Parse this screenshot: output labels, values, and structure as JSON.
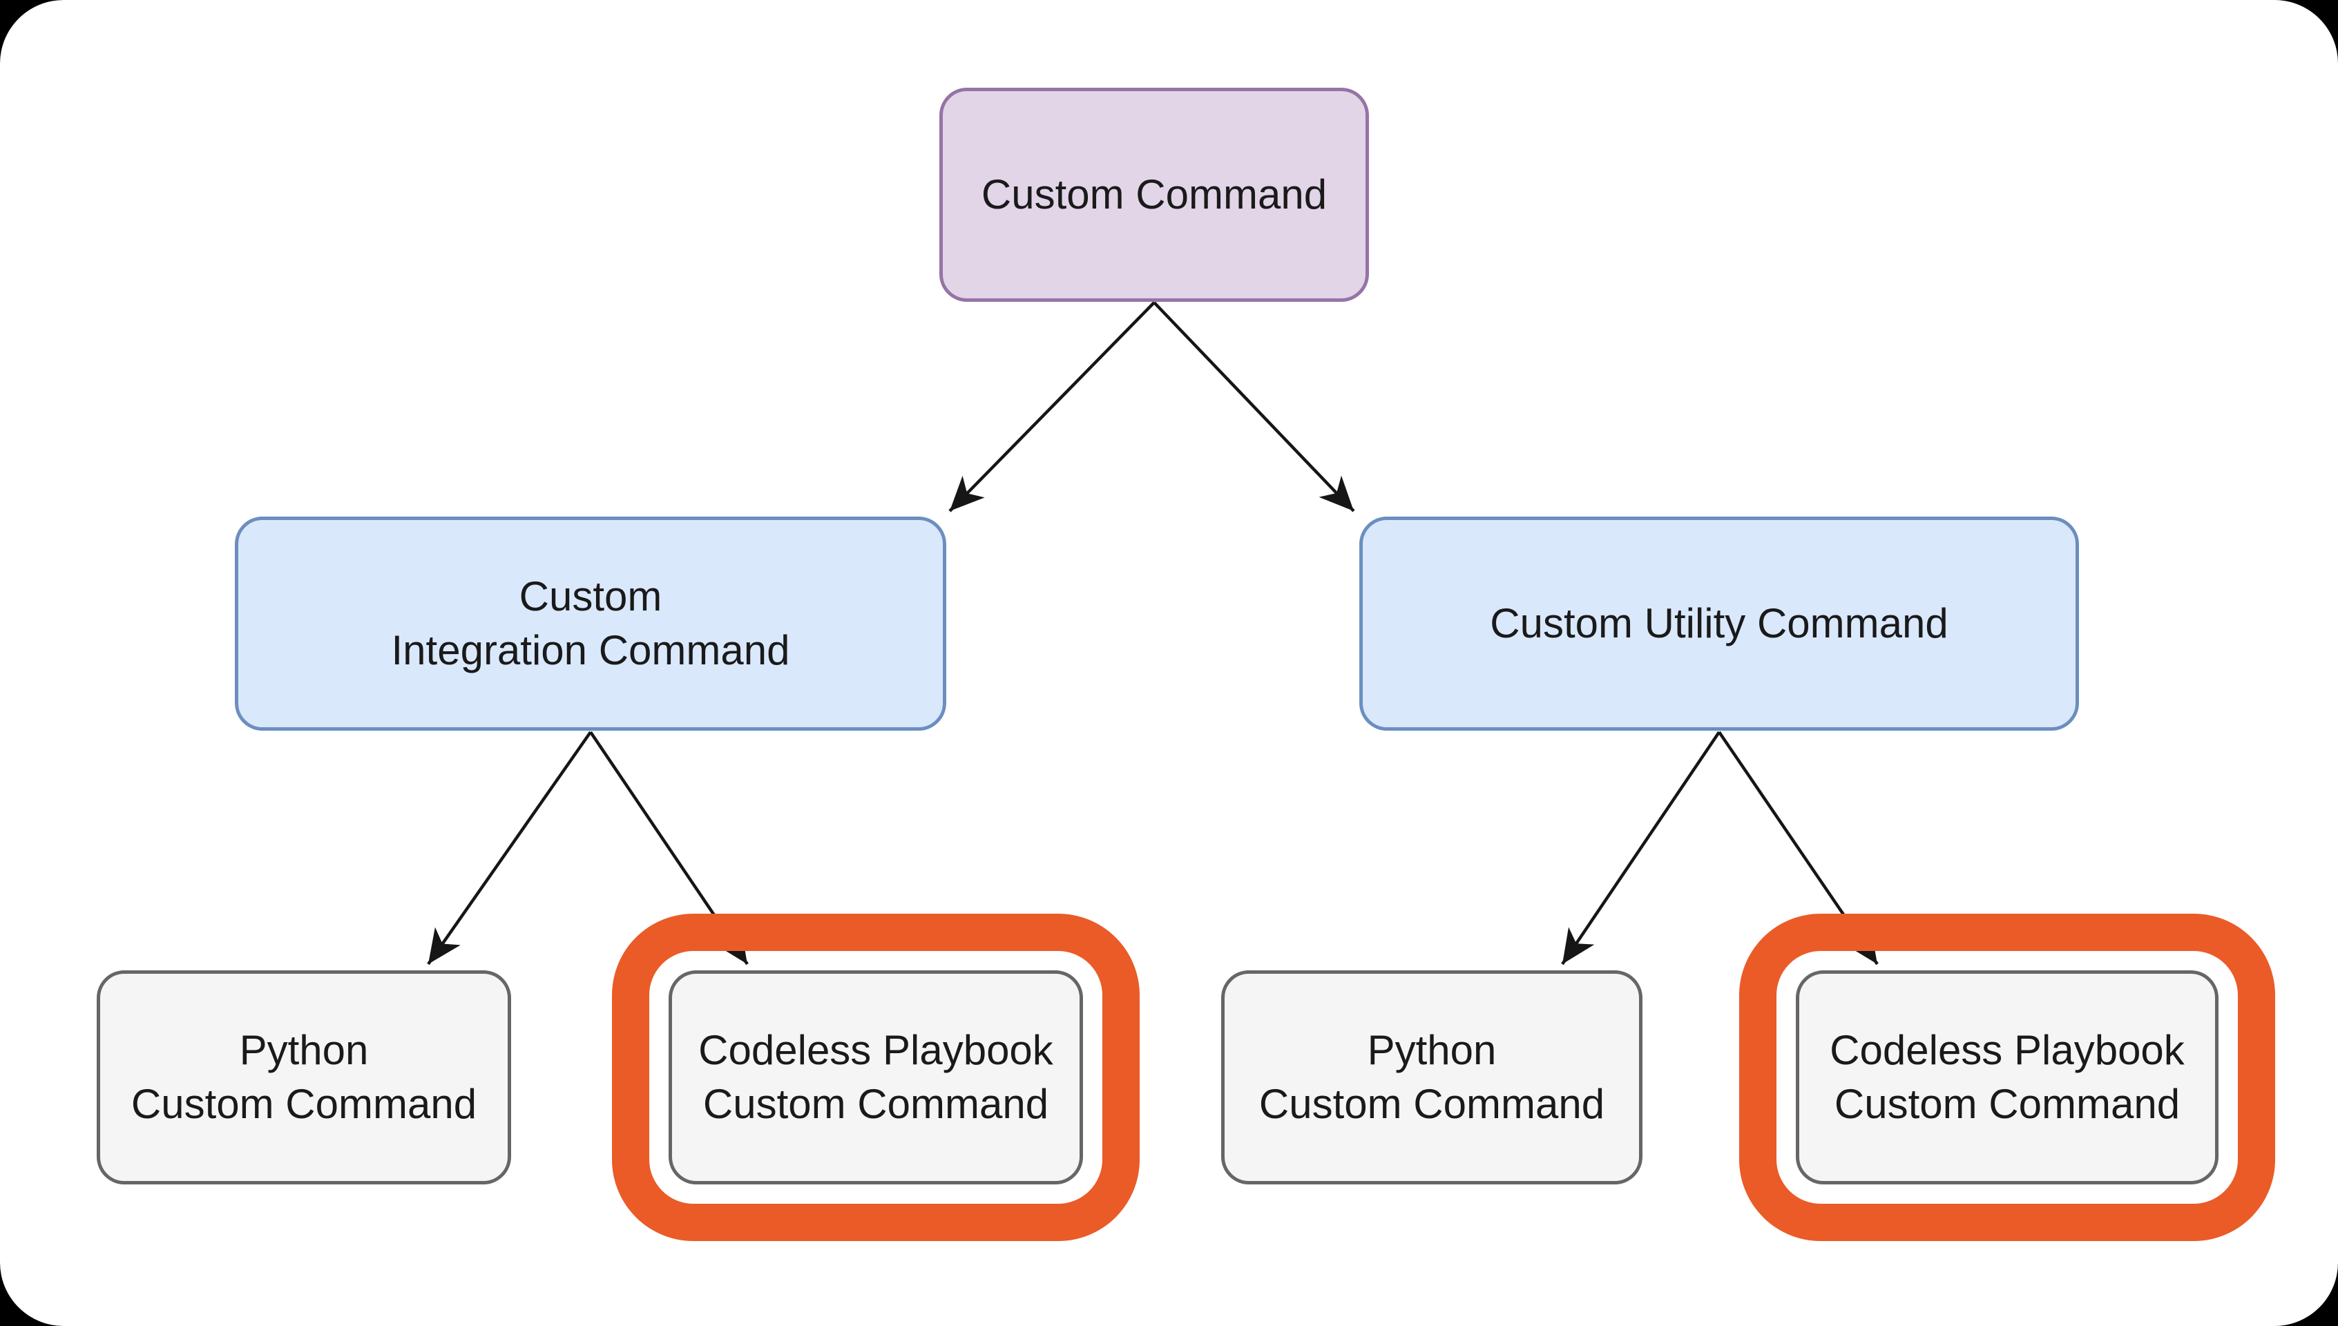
{
  "diagram": {
    "description": "Custom Command hierarchy diagram",
    "nodes": {
      "root": {
        "lines": [
          "Custom Command"
        ]
      },
      "integration": {
        "lines": [
          "Custom",
          "Integration Command"
        ]
      },
      "utility": {
        "lines": [
          "Custom Utility Command"
        ]
      },
      "python_integration": {
        "lines": [
          "Python",
          "Custom Command"
        ]
      },
      "codeless_integration": {
        "lines": [
          "Codeless Playbook",
          "Custom Command"
        ],
        "highlighted": true
      },
      "python_utility": {
        "lines": [
          "Python",
          "Custom Command"
        ]
      },
      "codeless_utility": {
        "lines": [
          "Codeless Playbook",
          "Custom Command"
        ],
        "highlighted": true
      }
    }
  },
  "colors": {
    "canvas_bg": "#000000",
    "page_bg": "#ffffff",
    "root_fill": "#e1d5e7",
    "root_border": "#9673a6",
    "branch_fill": "#dae8fc",
    "branch_border": "#6c8ebf",
    "leaf_fill": "#f5f5f5",
    "leaf_border": "#666666",
    "highlight": "#ea5b27",
    "arrow": "#161616",
    "text": "#1a1a1a"
  }
}
